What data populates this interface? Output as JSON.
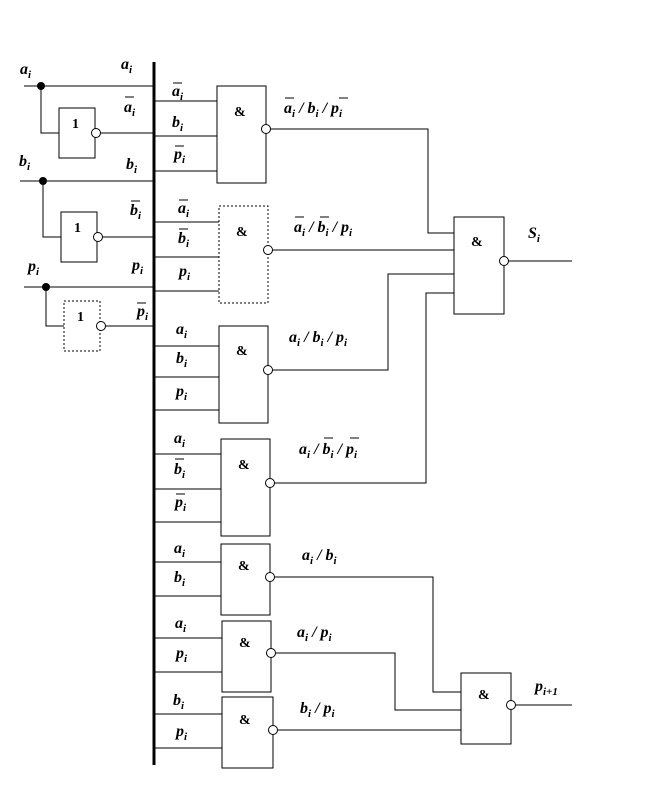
{
  "symbols": {
    "and": "&",
    "not": "1",
    "bar": "‾"
  },
  "inputs": {
    "a": {
      "base": "a",
      "sub": "i"
    },
    "b": {
      "base": "b",
      "sub": "i"
    },
    "p": {
      "base": "p",
      "sub": "i"
    }
  },
  "bus_labels": [
    "a",
    "ā",
    "b",
    "b̄",
    "p",
    "p̄"
  ],
  "products": [
    {
      "id": "and1",
      "inputs": [
        "ā",
        "b",
        "p̄"
      ],
      "output": "ā / b / p̄"
    },
    {
      "id": "and2",
      "inputs": [
        "ā",
        "b̄",
        "p"
      ],
      "output": "ā / b̄ / p"
    },
    {
      "id": "and3",
      "inputs": [
        "a",
        "b",
        "p"
      ],
      "output": "a / b / p"
    },
    {
      "id": "and4",
      "inputs": [
        "a",
        "b̄",
        "p̄"
      ],
      "output": "a / b̄ / p̄"
    },
    {
      "id": "and5",
      "inputs": [
        "a",
        "b"
      ],
      "output": "a / b"
    },
    {
      "id": "and6",
      "inputs": [
        "a",
        "p"
      ],
      "output": "a / p"
    },
    {
      "id": "and7",
      "inputs": [
        "b",
        "p"
      ],
      "output": "b / p"
    }
  ],
  "outputs": {
    "sum": {
      "base": "S",
      "sub": "i"
    },
    "carry": {
      "base": "p",
      "sub": "i+1"
    }
  }
}
